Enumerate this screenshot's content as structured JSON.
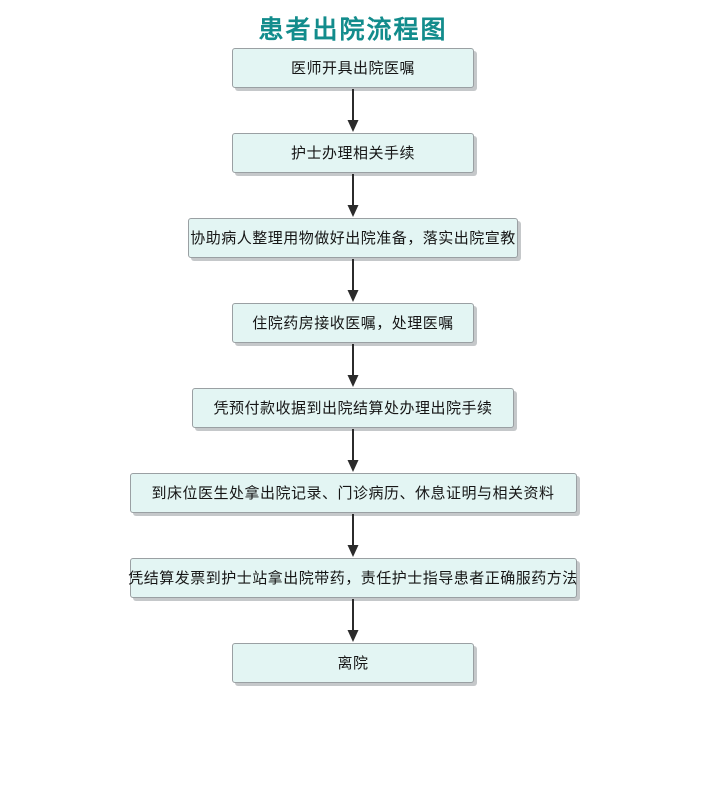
{
  "title": "患者出院流程图",
  "colors": {
    "title_text": "#128c8c",
    "node_fill": "#e3f5f3",
    "node_border": "#9aa0a3",
    "node_text": "#161616",
    "arrow": "#2b2b2b",
    "background": "#ffffff"
  },
  "flowchart": {
    "type": "flowchart",
    "orientation": "vertical-top-to-bottom",
    "connector_label": "down-arrow",
    "nodes": [
      {
        "id": "step-1",
        "label": "医师开具出院医嘱"
      },
      {
        "id": "step-2",
        "label": "护士办理相关手续"
      },
      {
        "id": "step-3",
        "label": "协助病人整理用物做好出院准备，落实出院宣教"
      },
      {
        "id": "step-4",
        "label": "住院药房接收医嘱，处理医嘱"
      },
      {
        "id": "step-5",
        "label": "凭预付款收据到出院结算处办理出院手续"
      },
      {
        "id": "step-6",
        "label": "到床位医生处拿出院记录、门诊病历、休息证明与相关资料"
      },
      {
        "id": "step-7",
        "label": "凭结算发票到护士站拿出院带药，责任护士指导患者正确服药方法"
      },
      {
        "id": "step-8",
        "label": "离院"
      }
    ]
  }
}
